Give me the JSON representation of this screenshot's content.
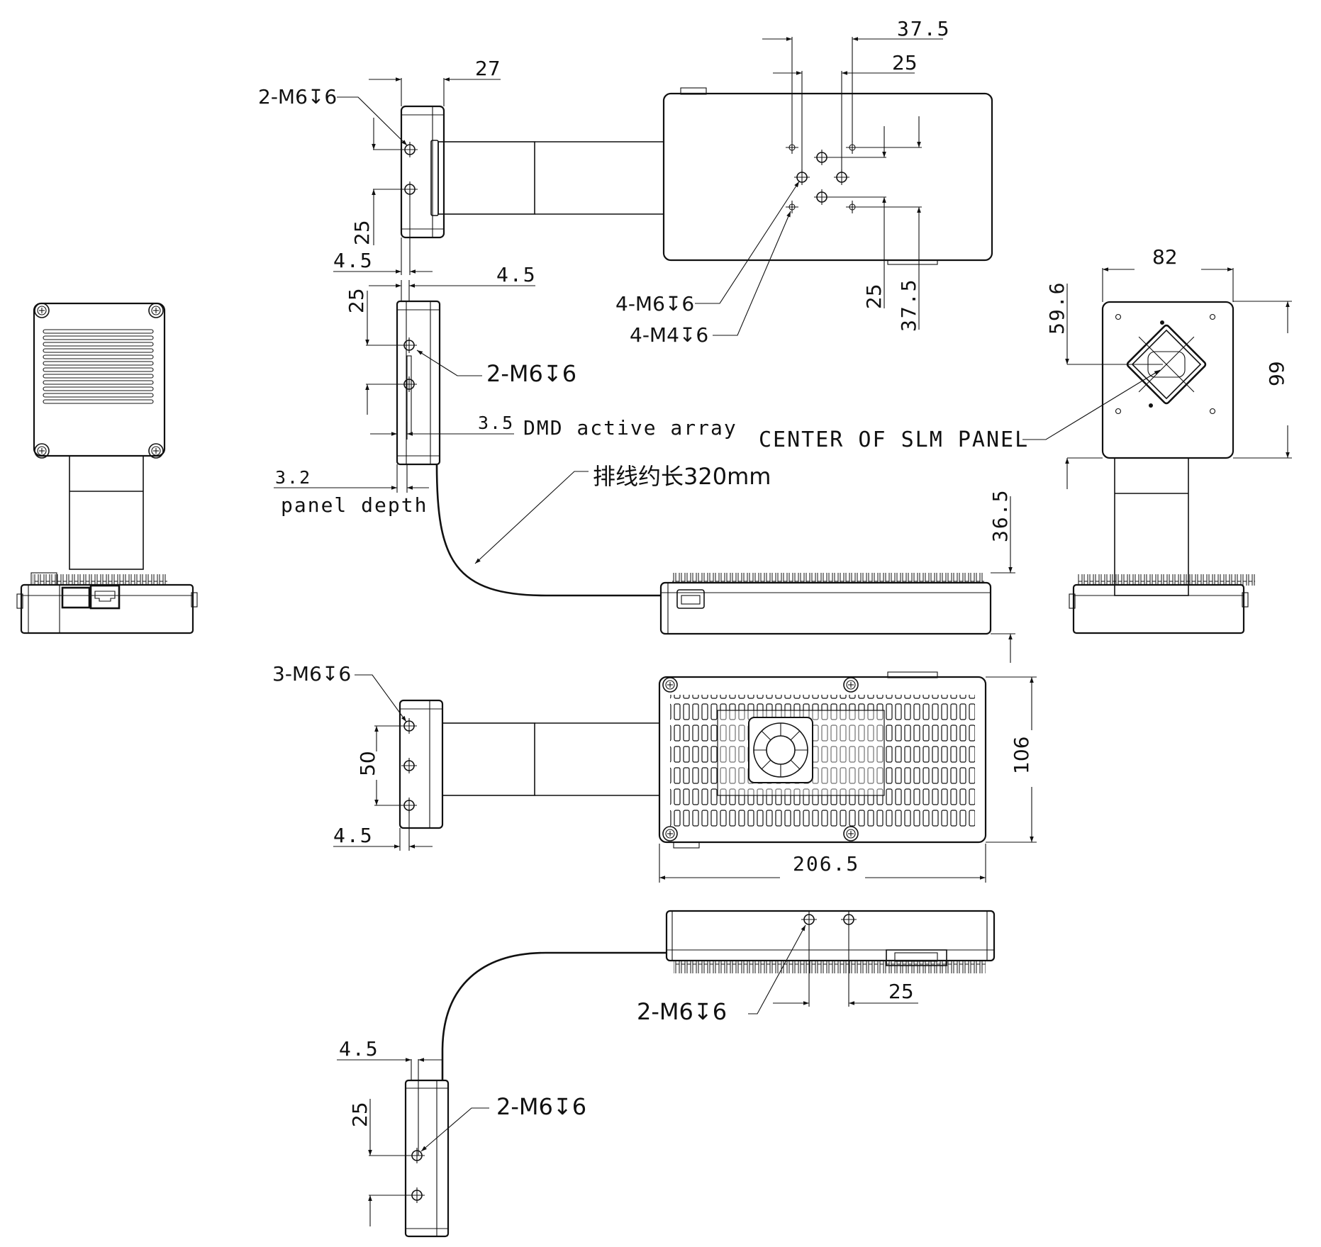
{
  "drawing": {
    "title": "SLM / DMD module mechanical dimensions",
    "units": "mm",
    "colors": {
      "line": "#111111",
      "background": "#ffffff"
    }
  },
  "top_view": {
    "panel_head": {
      "dim_width": "27",
      "dim_edge": "4.5",
      "dim_pitch": "25",
      "callout": "2-M6↧6"
    },
    "controller": {
      "dim_h_outer": "37.5",
      "dim_h_inner": "25",
      "dim_v_inner": "25",
      "dim_v_outer": "37.5",
      "callout_m6": "4-M6↧6",
      "callout_m4": "4-M4↧6"
    }
  },
  "side_view": {
    "dim_top_offset": "4.5",
    "dim_pitch": "25",
    "callout": "2-M6↧6",
    "dmd_dim": "3.5",
    "dmd_label": "DMD active array",
    "panel_dim": "3.2",
    "panel_label": "panel depth",
    "cable_label": "排线约长320mm",
    "controller_height": "36.5"
  },
  "front_view": {
    "dim_width": "82",
    "dim_height": "99",
    "dim_center": "59.6",
    "center_label": "CENTER OF SLM PANEL"
  },
  "bottom_view": {
    "callout": "3-M6↧6",
    "dim_pitch": "50",
    "dim_edge": "4.5",
    "dim_length": "206.5",
    "dim_depth": "106"
  },
  "rear_view": {
    "callout_controller": "2-M6↧6",
    "dim_controller_pitch": "25",
    "dim_edge": "4.5",
    "dim_pitch": "25",
    "callout_head": "2-M6↧6"
  }
}
